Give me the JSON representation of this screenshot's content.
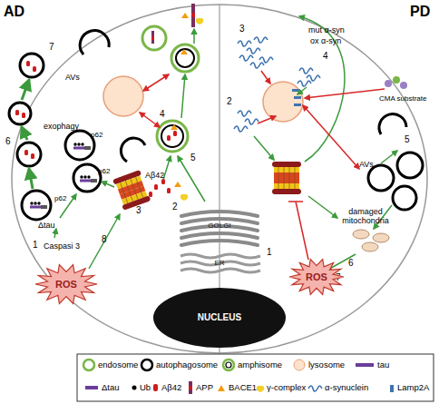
{
  "diagram": {
    "nodes": [
      {
        "text": [
          "ROS"
        ]
      },
      {
        "text": [
          "ROS"
        ]
      },
      {
        "text": [
          "GOLGI"
        ]
      },
      {
        "text": [
          "ER"
        ]
      },
      {
        "text": [
          "NUCLEUS"
        ]
      }
    ],
    "labels": [
      "AD",
      "PD",
      "7",
      "AVs",
      "6",
      "exophagy",
      "4",
      "5",
      "3",
      "2",
      "Aβ42",
      "p62",
      "p62",
      "p62",
      "Δtau",
      "1",
      "Caspasi 3",
      "8",
      "3",
      "mut α-syn",
      "ox α-syn",
      "4",
      "CMA substrate",
      "2",
      "5",
      "AVs",
      "damaged mitochondria",
      "6",
      "7",
      "1"
    ],
    "legend": [
      {
        "text": "endosome"
      },
      {
        "text": "autophagosome"
      },
      {
        "text": "amphisome"
      },
      {
        "text": "lysosome"
      },
      {
        "text": "tau"
      },
      {
        "text": "Δtau"
      },
      {
        "text": "Ub"
      },
      {
        "text": "Aβ42"
      },
      {
        "text": "APP"
      },
      {
        "text": "BACE1"
      },
      {
        "text": "γ-complex"
      },
      {
        "text": "α-synuclein"
      },
      {
        "text": "Lamp2A"
      }
    ]
  }
}
